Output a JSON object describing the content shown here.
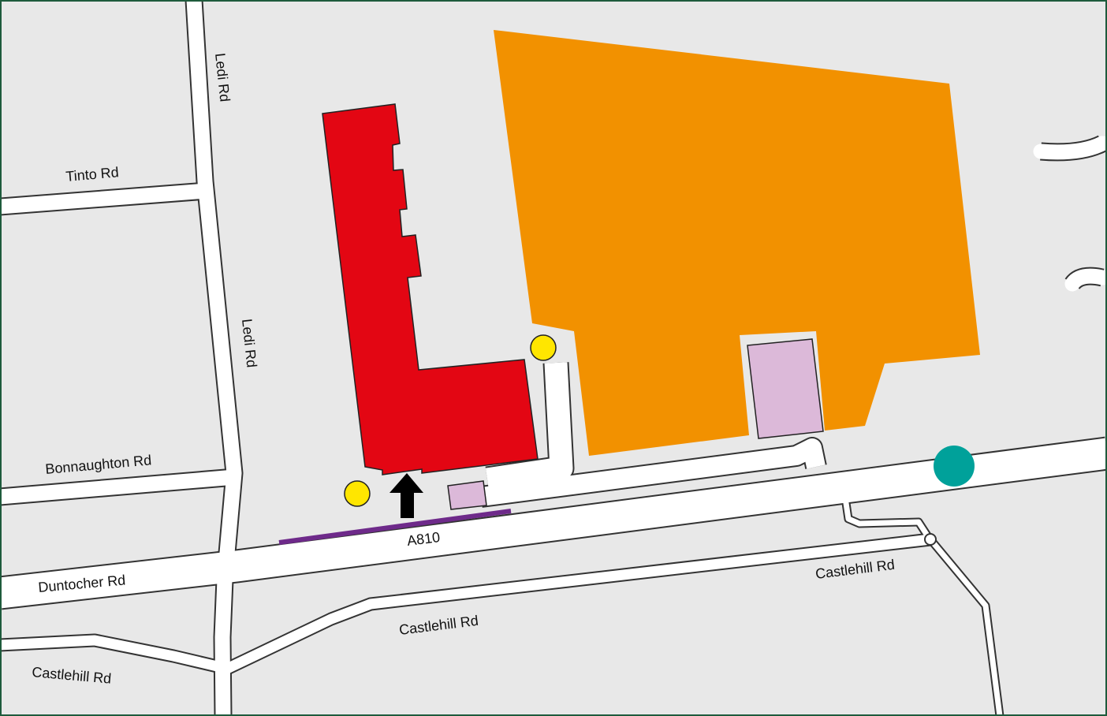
{
  "map": {
    "roads": {
      "ledi_rd_north": "Ledi Rd",
      "ledi_rd_south": "Ledi Rd",
      "tinto_rd": "Tinto Rd",
      "bonnaughton_rd": "Bonnaughton Rd",
      "duntocher_rd": "Duntocher Rd",
      "a810": "A810",
      "castlehill_rd_east": "Castlehill Rd",
      "castlehill_rd_middle": "Castlehill Rd",
      "castlehill_rd_west": "Castlehill Rd"
    },
    "colors": {
      "background": "#e8e8e8",
      "road": "#ffffff",
      "frame": "#1e5b3c",
      "main_building": "#e30613",
      "large_site": "#f29100",
      "small_buildings": "#dcb9d9",
      "markers_yellow": "#ffe600",
      "marker_teal": "#00a19a",
      "route_line": "#6e2a8a",
      "entrance_arrow": "#000000"
    },
    "icons": {
      "entrance": "entrance-arrow-icon",
      "point_markers": "circle-marker-icon"
    }
  }
}
